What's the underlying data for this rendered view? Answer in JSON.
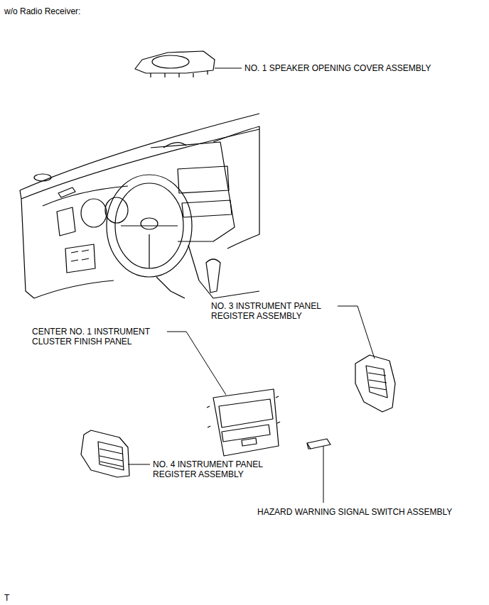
{
  "diagram": {
    "title": "w/o Radio Receiver:",
    "labels": [
      "NO. 1 SPEAKER OPENING COVER ASSEMBLY",
      "NO. 3 INSTRUMENT PANEL REGISTER ASSEMBLY",
      "CENTER NO. 1 INSTRUMENT CLUSTER FINISH PANEL",
      "NO. 4 INSTRUMENT PANEL REGISTER ASSEMBLY",
      "HAZARD WARNING SIGNAL SWITCH ASSEMBLY",
      "T"
    ]
  }
}
